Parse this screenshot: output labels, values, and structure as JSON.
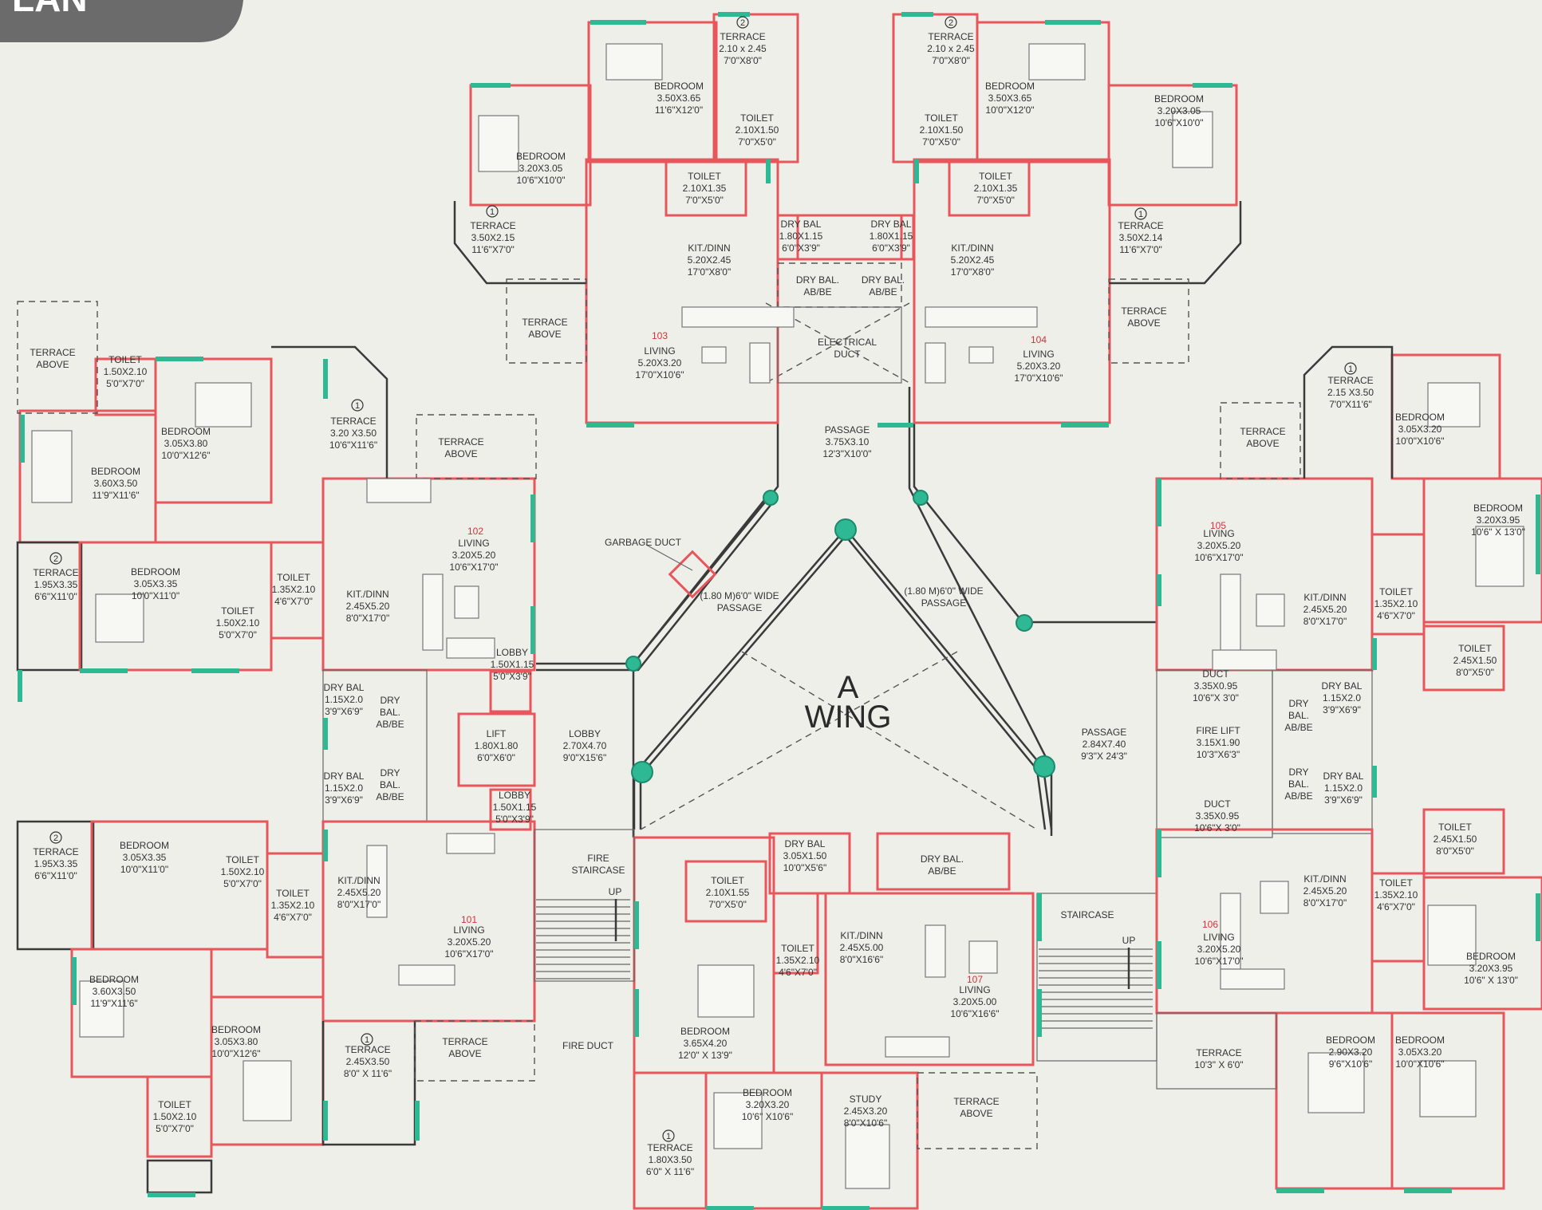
{
  "header_badge": {
    "text": "LAN"
  },
  "wing": {
    "line1": "A",
    "line2": "WING"
  },
  "colors": {
    "wall": "#e8555a",
    "window": "#2eb894",
    "structure": "#3a3a3a",
    "background": "#efefea"
  },
  "labels": [
    {
      "id": "t2a",
      "l1": "TERRACE",
      "l2": "2.10 x 2.45",
      "l3": "7'0\"X8'0\""
    },
    {
      "id": "br1",
      "l1": "BEDROOM",
      "l2": "3.50X3.65",
      "l3": "11'6\"X12'0\""
    },
    {
      "id": "tl1",
      "l1": "TOILET",
      "l2": "2.10X1.50",
      "l3": "7'0\"X5'0\""
    },
    {
      "id": "br2",
      "l1": "BEDROOM",
      "l2": "3.20X3.05",
      "l3": "10'6\"X10'0\""
    },
    {
      "id": "tl2",
      "l1": "TOILET",
      "l2": "2.10X1.35",
      "l3": "7'0\"X5'0\""
    },
    {
      "id": "t1a",
      "l1": "TERRACE",
      "l2": "3.50X2.15",
      "l3": "11'6\"X7'0\""
    },
    {
      "id": "kd103",
      "l1": "KIT./DINN",
      "l2": "5.20X2.45",
      "l3": "17'0\"X8'0\""
    },
    {
      "id": "db1",
      "l1": "DRY BAL",
      "l2": "1.80X1.15",
      "l3": "6'0\"X3'9\""
    },
    {
      "id": "tab1",
      "l1": "TERRACE",
      "l2": "ABOVE",
      "l3": ""
    },
    {
      "id": "lv103",
      "l1": "LIVING",
      "l2": "5.20X3.20",
      "l3": "17'0\"X10'6\""
    },
    {
      "id": "dbab1",
      "l1": "DRY BAL.",
      "l2": "AB/BE",
      "l3": ""
    },
    {
      "id": "dbab2",
      "l1": "DRY BAL.",
      "l2": "AB/BE",
      "l3": ""
    },
    {
      "id": "elec",
      "l1": "ELECTRICAL",
      "l2": "DUCT",
      "l3": ""
    },
    {
      "id": "t2b",
      "l1": "TERRACE",
      "l2": "2.10 x 2.45",
      "l3": "7'0\"X8'0\""
    },
    {
      "id": "br3",
      "l1": "BEDROOM",
      "l2": "3.50X3.65",
      "l3": "10'0\"X12'0\""
    },
    {
      "id": "tl3",
      "l1": "TOILET",
      "l2": "2.10X1.50",
      "l3": "7'0\"X5'0\""
    },
    {
      "id": "br4",
      "l1": "BEDROOM",
      "l2": "3.20X3.05",
      "l3": "10'6\"X10'0\""
    },
    {
      "id": "tl4",
      "l1": "TOILET",
      "l2": "2.10X1.35",
      "l3": "7'0\"X5'0\""
    },
    {
      "id": "db2",
      "l1": "DRY BAL",
      "l2": "1.80X1.15",
      "l3": "6'0\"X3'9\""
    },
    {
      "id": "kd104",
      "l1": "KIT./DINN",
      "l2": "5.20X2.45",
      "l3": "17'0\"X8'0\""
    },
    {
      "id": "t1b",
      "l1": "TERRACE",
      "l2": "3.50X2.14",
      "l3": "11'6\"X7'0\""
    },
    {
      "id": "tab2",
      "l1": "TERRACE",
      "l2": "ABOVE",
      "l3": ""
    },
    {
      "id": "lv104",
      "l1": "LIVING",
      "l2": "5.20X3.20",
      "l3": "17'0\"X10'6\""
    },
    {
      "id": "pass1",
      "l1": "PASSAGE",
      "l2": "3.75X3.10",
      "l3": "12'3\"X10'0\""
    },
    {
      "id": "tab3",
      "l1": "TERRACE",
      "l2": "ABOVE",
      "l3": ""
    },
    {
      "id": "tl5",
      "l1": "TOILET",
      "l2": "1.50X2.10",
      "l3": "5'0\"X7'0\""
    },
    {
      "id": "br5",
      "l1": "BEDROOM",
      "l2": "3.05X3.80",
      "l3": "10'0\"X12'6\""
    },
    {
      "id": "t1c",
      "l1": "TERRACE",
      "l2": "3.20 X3.50",
      "l3": "10'6\"X11'6\""
    },
    {
      "id": "tab4",
      "l1": "TERRACE",
      "l2": "ABOVE",
      "l3": ""
    },
    {
      "id": "br6",
      "l1": "BEDROOM",
      "l2": "3.60X3.50",
      "l3": "11'9\"X11'6\""
    },
    {
      "id": "t2c",
      "l1": "TERRACE",
      "l2": "1.95X3.35",
      "l3": "6'6\"X11'0\""
    },
    {
      "id": "br7",
      "l1": "BEDROOM",
      "l2": "3.05X3.35",
      "l3": "10'0\"X11'0\""
    },
    {
      "id": "tl6",
      "l1": "TOILET",
      "l2": "1.35X2.10",
      "l3": "4'6\"X7'0\""
    },
    {
      "id": "tl7",
      "l1": "TOILET",
      "l2": "1.50X2.10",
      "l3": "5'0\"X7'0\""
    },
    {
      "id": "kd102",
      "l1": "KIT./DINN",
      "l2": "2.45X5.20",
      "l3": "8'0\"X17'0\""
    },
    {
      "id": "lv102",
      "l1": "LIVING",
      "l2": "3.20X5.20",
      "l3": "10'6\"X17'0\""
    },
    {
      "id": "lob1",
      "l1": "LOBBY",
      "l2": "1.50X1.15",
      "l3": "5'0\"X3'9\""
    },
    {
      "id": "lift",
      "l1": "LIFT",
      "l2": "1.80X1.80",
      "l3": "6'0\"X6'0\""
    },
    {
      "id": "lob2",
      "l1": "LOBBY",
      "l2": "1.50X1.15",
      "l3": "5'0\"X3'9\""
    },
    {
      "id": "lob3",
      "l1": "LOBBY",
      "l2": "2.70X4.70",
      "l3": "9'0\"X15'6\""
    },
    {
      "id": "db3",
      "l1": "DRY BAL",
      "l2": "1.15X2.0",
      "l3": "3'9\"X6'9\""
    },
    {
      "id": "dbab3",
      "l1": "DRY",
      "l2": "BAL.",
      "l3": "AB/BE"
    },
    {
      "id": "db4",
      "l1": "DRY BAL",
      "l2": "1.15X2.0",
      "l3": "3'9\"X6'9\""
    },
    {
      "id": "dbab4",
      "l1": "DRY",
      "l2": "BAL.",
      "l3": "AB/BE"
    },
    {
      "id": "gduct",
      "l1": "GARBAGE DUCT",
      "l2": "",
      "l3": ""
    },
    {
      "id": "wp1",
      "l1": "(1.80 M)6'0\" WIDE",
      "l2": "PASSAGE",
      "l3": ""
    },
    {
      "id": "wp2",
      "l1": "(1.80 M)6'0\" WIDE",
      "l2": "PASSAGE",
      "l3": ""
    },
    {
      "id": "t2d",
      "l1": "TERRACE",
      "l2": "1.95X3.35",
      "l3": "6'6\"X11'0\""
    },
    {
      "id": "br8",
      "l1": "BEDROOM",
      "l2": "3.05X3.35",
      "l3": "10'0\"X11'0\""
    },
    {
      "id": "tl8",
      "l1": "TOILET",
      "l2": "1.50X2.10",
      "l3": "5'0\"X7'0\""
    },
    {
      "id": "tl9",
      "l1": "TOILET",
      "l2": "1.35X2.10",
      "l3": "4'6\"X7'0\""
    },
    {
      "id": "kd101",
      "l1": "KIT./DINN",
      "l2": "2.45X5.20",
      "l3": "8'0\"X17'0\""
    },
    {
      "id": "lv101",
      "l1": "LIVING",
      "l2": "3.20X5.20",
      "l3": "10'6\"X17'0\""
    },
    {
      "id": "br9",
      "l1": "BEDROOM",
      "l2": "3.60X3.50",
      "l3": "11'9\"X11'6\""
    },
    {
      "id": "br10",
      "l1": "BEDROOM",
      "l2": "3.05X3.80",
      "l3": "10'0\"X12'6\""
    },
    {
      "id": "t1d",
      "l1": "TERRACE",
      "l2": "2.45X3.50",
      "l3": "8'0\" X 11'6\""
    },
    {
      "id": "tab5",
      "l1": "TERRACE",
      "l2": "ABOVE",
      "l3": ""
    },
    {
      "id": "tl10",
      "l1": "TOILET",
      "l2": "1.50X2.10",
      "l3": "5'0\"X7'0\""
    },
    {
      "id": "fstair",
      "l1": "FIRE",
      "l2": "STAIRCASE",
      "l3": ""
    },
    {
      "id": "up1",
      "l1": "UP",
      "l2": "",
      "l3": ""
    },
    {
      "id": "fduct",
      "l1": "FIRE DUCT",
      "l2": "",
      "l3": ""
    },
    {
      "id": "tl11",
      "l1": "TOILET",
      "l2": "2.10X1.55",
      "l3": "7'0\"X5'0\""
    },
    {
      "id": "db5",
      "l1": "DRY BAL",
      "l2": "3.05X1.50",
      "l3": "10'0\"X5'6\""
    },
    {
      "id": "dbab5",
      "l1": "DRY BAL.",
      "l2": "AB/BE",
      "l3": ""
    },
    {
      "id": "tl12",
      "l1": "TOILET",
      "l2": "1.35X2.10",
      "l3": "4'6\"X7'0\""
    },
    {
      "id": "kd107",
      "l1": "KIT./DINN",
      "l2": "2.45X5.00",
      "l3": "8'0\"X16'6\""
    },
    {
      "id": "lv107",
      "l1": "LIVING",
      "l2": "3.20X5.00",
      "l3": "10'6\"X16'6\""
    },
    {
      "id": "br11",
      "l1": "BEDROOM",
      "l2": "3.65X4.20",
      "l3": "12'0\" X 13'9\""
    },
    {
      "id": "br12",
      "l1": "BEDROOM",
      "l2": "3.20X3.20",
      "l3": "10'6\" X10'6\""
    },
    {
      "id": "study",
      "l1": "STUDY",
      "l2": "2.45X3.20",
      "l3": "8'0\"X10'6\""
    },
    {
      "id": "tab6",
      "l1": "TERRACE",
      "l2": "ABOVE",
      "l3": ""
    },
    {
      "id": "t1e",
      "l1": "TERRACE",
      "l2": "1.80X3.50",
      "l3": "6'0\" X 11'6\""
    },
    {
      "id": "stair",
      "l1": "STAIRCASE",
      "l2": "",
      "l3": ""
    },
    {
      "id": "up2",
      "l1": "UP",
      "l2": "",
      "l3": ""
    },
    {
      "id": "pass2",
      "l1": "PASSAGE",
      "l2": "2.84X7.40",
      "l3": "9'3\"X 24'3\""
    },
    {
      "id": "t1f",
      "l1": "TERRACE",
      "l2": "2.15 X3.50",
      "l3": "7'0\"X11'6\""
    },
    {
      "id": "tab7",
      "l1": "TERRACE",
      "l2": "ABOVE",
      "l3": ""
    },
    {
      "id": "br13",
      "l1": "BEDROOM",
      "l2": "3.05X3.20",
      "l3": "10'0\"X10'6\""
    },
    {
      "id": "br14",
      "l1": "BEDROOM",
      "l2": "3.20X3.95",
      "l3": "10'6\" X 13'0\""
    },
    {
      "id": "lv105",
      "l1": "LIVING",
      "l2": "3.20X5.20",
      "l3": "10'6\"X17'0\""
    },
    {
      "id": "kd105",
      "l1": "KIT./DINN",
      "l2": "2.45X5.20",
      "l3": "8'0\"X17'0\""
    },
    {
      "id": "tl13",
      "l1": "TOILET",
      "l2": "1.35X2.10",
      "l3": "4'6\"X7'0\""
    },
    {
      "id": "tl14",
      "l1": "TOILET",
      "l2": "2.45X1.50",
      "l3": "8'0\"X5'0\""
    },
    {
      "id": "duct1",
      "l1": "DUCT",
      "l2": "3.35X0.95",
      "l3": "10'6\"X 3'0\""
    },
    {
      "id": "db6",
      "l1": "DRY BAL",
      "l2": "1.15X2.0",
      "l3": "3'9\"X6'9\""
    },
    {
      "id": "dbab6",
      "l1": "DRY",
      "l2": "BAL.",
      "l3": "AB/BE"
    },
    {
      "id": "flift",
      "l1": "FIRE LIFT",
      "l2": "3.15X1.90",
      "l3": "10'3\"X6'3\""
    },
    {
      "id": "dbab7",
      "l1": "DRY",
      "l2": "BAL.",
      "l3": "AB/BE"
    },
    {
      "id": "db7",
      "l1": "DRY BAL",
      "l2": "1.15X2.0",
      "l3": "3'9\"X6'9\""
    },
    {
      "id": "duct2",
      "l1": "DUCT",
      "l2": "3.35X0.95",
      "l3": "10'6\"X 3'0\""
    },
    {
      "id": "tl15",
      "l1": "TOILET",
      "l2": "2.45X1.50",
      "l3": "8'0\"X5'0\""
    },
    {
      "id": "tl16",
      "l1": "TOILET",
      "l2": "1.35X2.10",
      "l3": "4'6\"X7'0\""
    },
    {
      "id": "kd106",
      "l1": "KIT./DINN",
      "l2": "2.45X5.20",
      "l3": "8'0\"X17'0\""
    },
    {
      "id": "lv106",
      "l1": "LIVING",
      "l2": "3.20X5.20",
      "l3": "10'6\"X17'0\""
    },
    {
      "id": "br15",
      "l1": "BEDROOM",
      "l2": "3.20X3.95",
      "l3": "10'6\" X 13'0\""
    },
    {
      "id": "t_bot",
      "l1": "TERRACE",
      "l2": "10'3\" X 6'0\"",
      "l3": ""
    },
    {
      "id": "br16",
      "l1": "BEDROOM",
      "l2": "2.90X3.20",
      "l3": "9'6\"X10'6\""
    },
    {
      "id": "br17",
      "l1": "BEDROOM",
      "l2": "3.05X3.20",
      "l3": "10'0\"X10'6\""
    }
  ],
  "unit_numbers": [
    {
      "id": "n103",
      "text": "103"
    },
    {
      "id": "n104",
      "text": "104"
    },
    {
      "id": "n102",
      "text": "102"
    },
    {
      "id": "n101",
      "text": "101"
    },
    {
      "id": "n107",
      "text": "107"
    },
    {
      "id": "n105",
      "text": "105"
    },
    {
      "id": "n106",
      "text": "106"
    }
  ],
  "markers": [
    {
      "id": "m1",
      "text": "2"
    },
    {
      "id": "m2",
      "text": "2"
    },
    {
      "id": "m3",
      "text": "1"
    },
    {
      "id": "m4",
      "text": "1"
    },
    {
      "id": "m5",
      "text": "1"
    },
    {
      "id": "m6",
      "text": "2"
    },
    {
      "id": "m7",
      "text": "2"
    },
    {
      "id": "m8",
      "text": "1"
    },
    {
      "id": "m9",
      "text": "1"
    },
    {
      "id": "m10",
      "text": "1"
    }
  ]
}
